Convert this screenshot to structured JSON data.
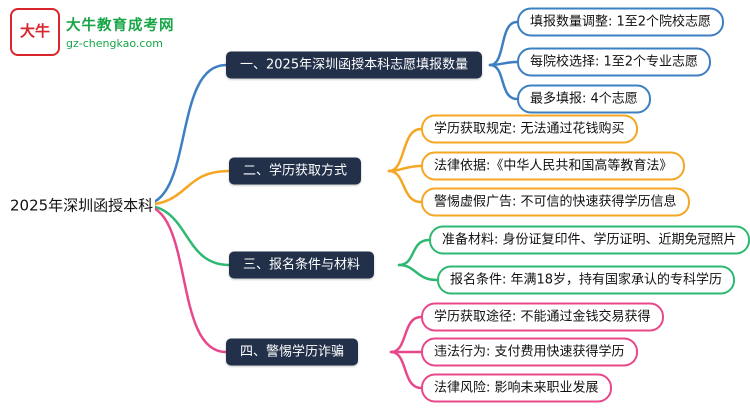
{
  "logo": {
    "icon_text": "大牛",
    "name": "大牛教育成考网",
    "domain": "gz-chengkao.com"
  },
  "root": {
    "label": "2025年深圳函授本科"
  },
  "colors": {
    "branch1": "#3e7fc1",
    "branch2": "#f5a623",
    "branch3": "#2eb872",
    "branch4": "#e8488b",
    "header_bg": "#22304a",
    "logo_red": "#d9262c",
    "logo_green": "#18a548"
  },
  "branches": [
    {
      "label": "一、2025年深圳函授本科志愿填报数量",
      "color": "#3e7fc1",
      "children": [
        {
          "text": "填报数量调整: 1至2个院校志愿"
        },
        {
          "text": "每院校选择: 1至2个专业志愿"
        },
        {
          "text": "最多填报: 4个志愿"
        }
      ]
    },
    {
      "label": "二、学历获取方式",
      "color": "#f5a623",
      "children": [
        {
          "text": "学历获取规定: 无法通过花钱购买"
        },
        {
          "text": "法律依据:《中华人民共和国高等教育法》"
        },
        {
          "text": "警惕虚假广告: 不可信的快速获得学历信息"
        }
      ]
    },
    {
      "label": "三、报名条件与材料",
      "color": "#2eb872",
      "children": [
        {
          "text": "准备材料: 身份证复印件、学历证明、近期免冠照片"
        },
        {
          "text": "报名条件: 年满18岁，持有国家承认的专科学历"
        }
      ]
    },
    {
      "label": "四、警惕学历诈骗",
      "color": "#e8488b",
      "children": [
        {
          "text": "学历获取途径: 不能通过金钱交易获得"
        },
        {
          "text": "违法行为: 支付费用快速获得学历"
        },
        {
          "text": "法律风险: 影响未来职业发展"
        }
      ]
    }
  ]
}
